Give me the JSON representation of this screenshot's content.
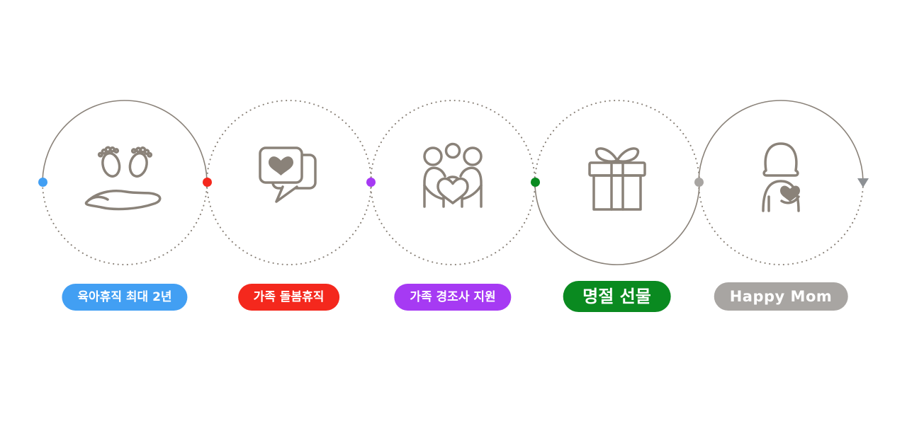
{
  "steps": [
    {
      "label": "육아휴직 최대 2년",
      "color": "#429FF3",
      "icon": "baby-feet-hand-icon"
    },
    {
      "label": "가족 돌봄휴직",
      "color": "#F4281D",
      "icon": "chat-heart-icon"
    },
    {
      "label": "가족 경조사 지원",
      "color": "#A63AF3",
      "icon": "family-heart-icon"
    },
    {
      "label": "명절 선물",
      "color": "#0A8A20",
      "icon": "gift-icon"
    },
    {
      "label": "Happy Mom",
      "color": "#A8A5A2",
      "icon": "mom-heart-icon"
    }
  ],
  "connector": {
    "line_color": "#8A8279",
    "arrow_color": "#8D9094",
    "arrow_icon": "arrow-down-icon"
  }
}
